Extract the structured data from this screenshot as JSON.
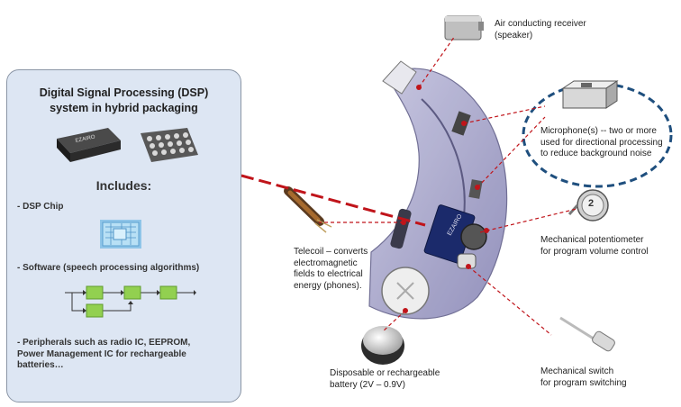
{
  "dsp_panel": {
    "title_lines": [
      "Digital Signal Processing (DSP)",
      "system in hybrid packaging"
    ],
    "includes_label": "Includes:",
    "items": [
      "- DSP Chip",
      "- Software (speech processing algorithms)"
    ],
    "peripherals_lines": [
      "- Peripherals such as radio IC, EEPROM,",
      "Power Management IC for rechargeable",
      "batteries…"
    ]
  },
  "labels": {
    "receiver": [
      "Air conducting  receiver",
      "(speaker)"
    ],
    "microphone": [
      "Microphone(s)  -- two or more",
      "used for directional processing",
      "to reduce background noise"
    ],
    "potentiometer": [
      "Mechanical potentiometer",
      "for program  volume control"
    ],
    "telecoil": [
      "Telecoil – converts",
      "electromagnetic",
      "fields to electrical",
      "energy (phones)."
    ],
    "battery": [
      "Disposable  or rechargeable",
      "battery (2V – 0.9V)"
    ],
    "switch": [
      "Mechanical switch",
      "for program switching"
    ]
  },
  "chip_text": "EZAIRO",
  "knob_text": "2",
  "colors": {
    "leader_red": "#c0141a",
    "ellipse_blue": "#1f4f7e",
    "panel_bg": "#dde6f3",
    "device_body": "#a9a7cc"
  }
}
